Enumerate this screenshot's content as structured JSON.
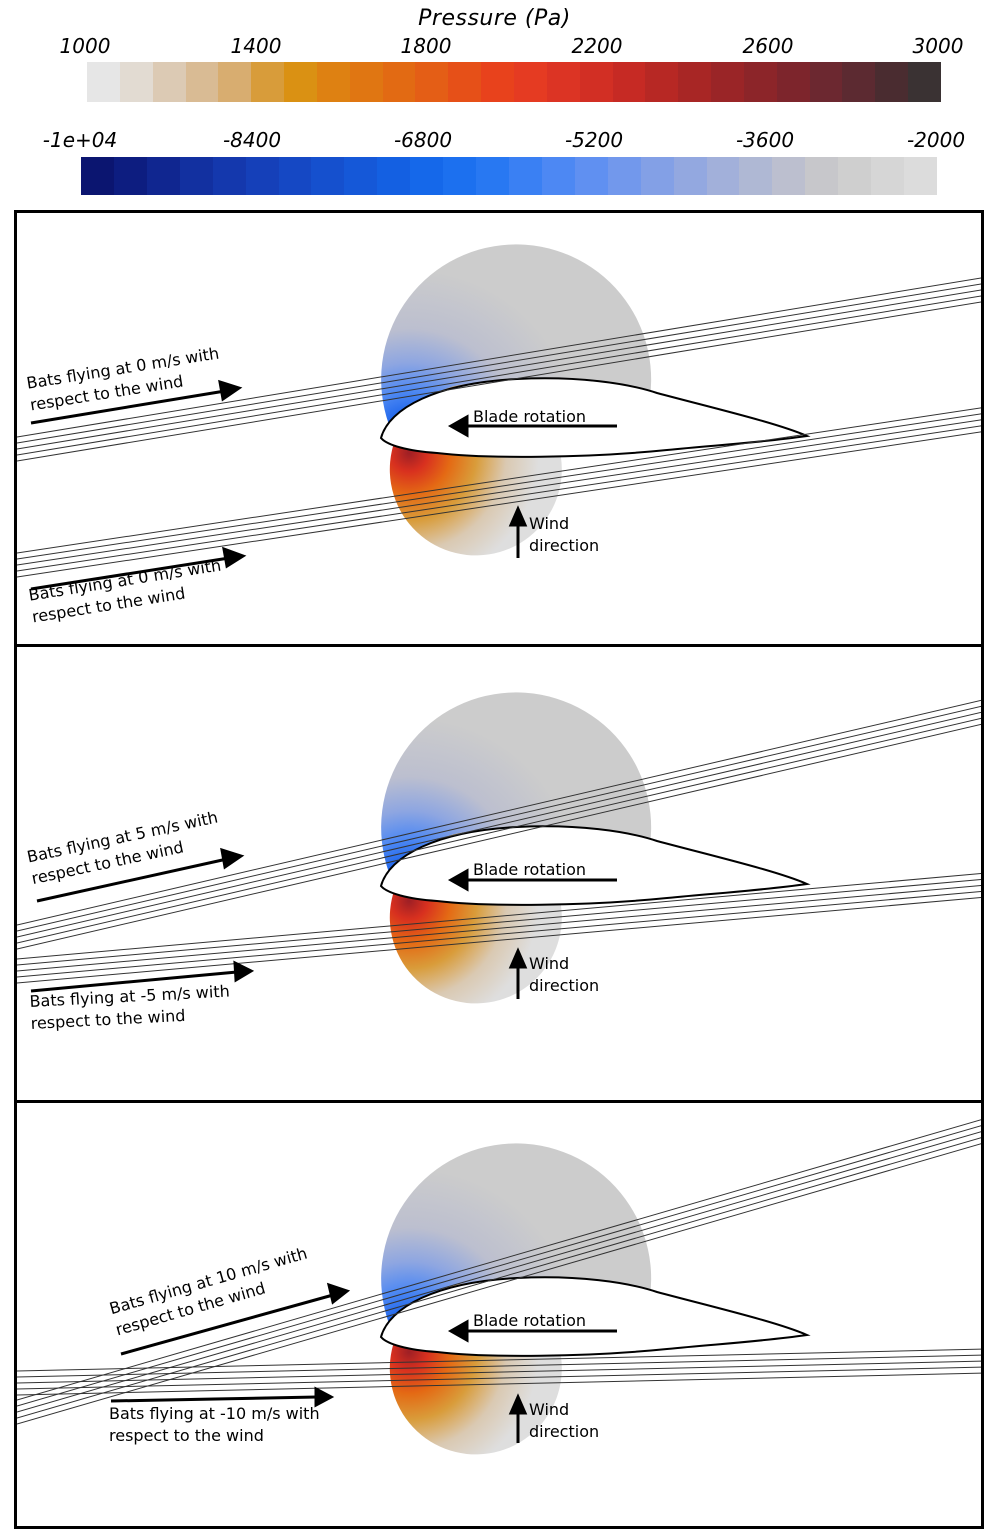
{
  "colorbar_title": "Pressure (Pa)",
  "positive_scale": {
    "ticks": [
      "1000",
      "1400",
      "1800",
      "2200",
      "2600",
      "3000"
    ],
    "colors": [
      "#e6e6e6",
      "#e2dbd2",
      "#dccab4",
      "#d9bb94",
      "#d8ad70",
      "#d89c3a",
      "#da9113",
      "#de8112",
      "#e07612",
      "#e26a13",
      "#e45e16",
      "#e65018",
      "#e8421c",
      "#e53b22",
      "#dc3424",
      "#d22f24",
      "#c62a24",
      "#b72824",
      "#a82625",
      "#9a2527",
      "#8c2529",
      "#7d252c",
      "#6c2830",
      "#5c2a31",
      "#4a2c30",
      "#3a3233"
    ]
  },
  "negative_scale": {
    "ticks": [
      "-1e+04",
      "-8400",
      "-6800",
      "-5200",
      "-3600",
      "-2000"
    ],
    "colors": [
      "#0b1570",
      "#0d1d80",
      "#102690",
      "#1230a0",
      "#1438ad",
      "#1540b9",
      "#1548c4",
      "#1550ce",
      "#1558d8",
      "#1460e2",
      "#1568ea",
      "#1c70ef",
      "#2878f2",
      "#3a80f3",
      "#4d88f3",
      "#6090f1",
      "#7298ec",
      "#83a0e6",
      "#93a8e0",
      "#a2b0da",
      "#afb8d4",
      "#bcbfcf",
      "#c7c7cb",
      "#cfcfcf",
      "#d6d6d6",
      "#dcdcdc"
    ]
  },
  "panels": [
    {
      "upper_label": [
        "Bats flying at 0 m/s with",
        "respect to the wind"
      ],
      "lower_label": [
        "Bats flying at 0 m/s with",
        "respect to the wind"
      ],
      "rotation_label": "Blade rotation",
      "wind_label": [
        "Wind",
        "direction"
      ]
    },
    {
      "upper_label": [
        "Bats flying at 5 m/s with",
        "respect to the wind"
      ],
      "lower_label": [
        "Bats flying at -5 m/s with",
        "respect to the wind"
      ],
      "rotation_label": "Blade rotation",
      "wind_label": [
        "Wind",
        "direction"
      ]
    },
    {
      "upper_label": [
        "Bats flying at 10 m/s with",
        "respect to the wind"
      ],
      "lower_label": [
        "Bats flying at -10 m/s with",
        "respect to the wind"
      ],
      "rotation_label": "Blade rotation",
      "wind_label": [
        "Wind",
        "direction"
      ]
    }
  ]
}
